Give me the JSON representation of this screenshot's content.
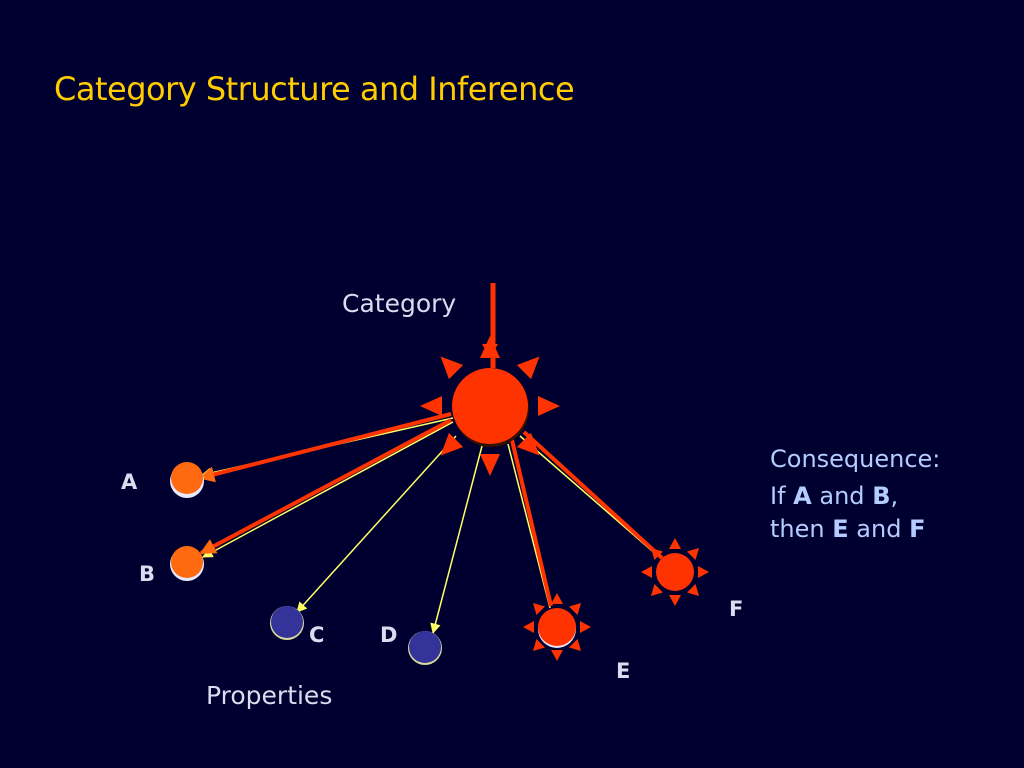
{
  "title": "Category Structure and Inference",
  "diagram": {
    "category_label": "Category",
    "properties_label": "Properties",
    "nodes": {
      "a": "A",
      "b": "B",
      "c": "C",
      "d": "D",
      "e": "E",
      "f": "F"
    }
  },
  "consequence": {
    "title": "Consequence:",
    "line1_if": "If",
    "line1_a": "A",
    "line1_and": "and",
    "line1_b": "B",
    "line1_comma": ",",
    "line2_then": "then",
    "line2_e": "E",
    "line2_and": "and",
    "line2_f": "F"
  },
  "colors": {
    "background": "#000030",
    "title": "#ffcc00",
    "category_fill": "#ff3300",
    "observed_fill": "#ff6a10",
    "unobserved_fill": "#33339a",
    "strong_link": "#ff3300",
    "weak_link": "#ffff66",
    "consequence_text": "#b4ccff"
  }
}
